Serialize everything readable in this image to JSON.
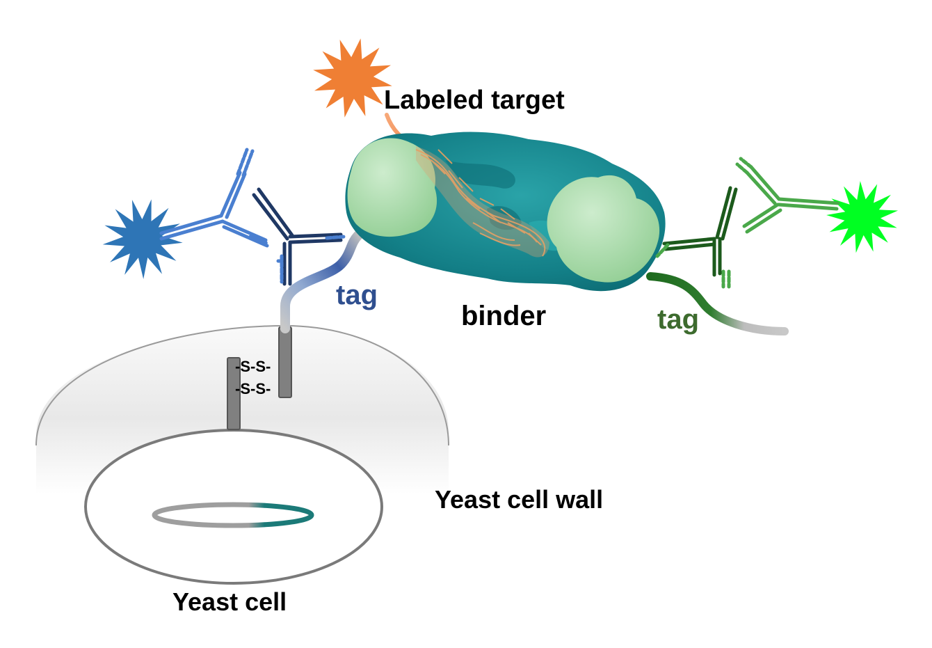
{
  "labels": {
    "labeled_target": "Labeled target",
    "tag_left": "tag",
    "binder": "binder",
    "tag_right": "tag",
    "disulfide_top": "-S-S-",
    "disulfide_bottom": "-S-S-",
    "yeast_cell_wall": "Yeast cell wall",
    "yeast_cell": "Yeast cell"
  },
  "colors": {
    "fluor_orange": "#ef7f34",
    "fluor_blue": "#2e75b6",
    "fluor_green": "#00ff22",
    "antibody_dark_blue": "#1f3864",
    "antibody_light_blue": "#4a7fd0",
    "antibody_dark_green": "#1c5a1c",
    "antibody_light_green": "#4aa84a",
    "binder_teal": "#1a8a93",
    "binder_light": "#a8dba8",
    "target_peptide": "#e8a060",
    "tag_left_text": "#2f4f8f",
    "tag_right_text": "#3d6b2e",
    "linker_gray": "#bdbdbd",
    "anchor_gray": "#7f7f7f",
    "plasmid_teal": "#1b7a78"
  }
}
